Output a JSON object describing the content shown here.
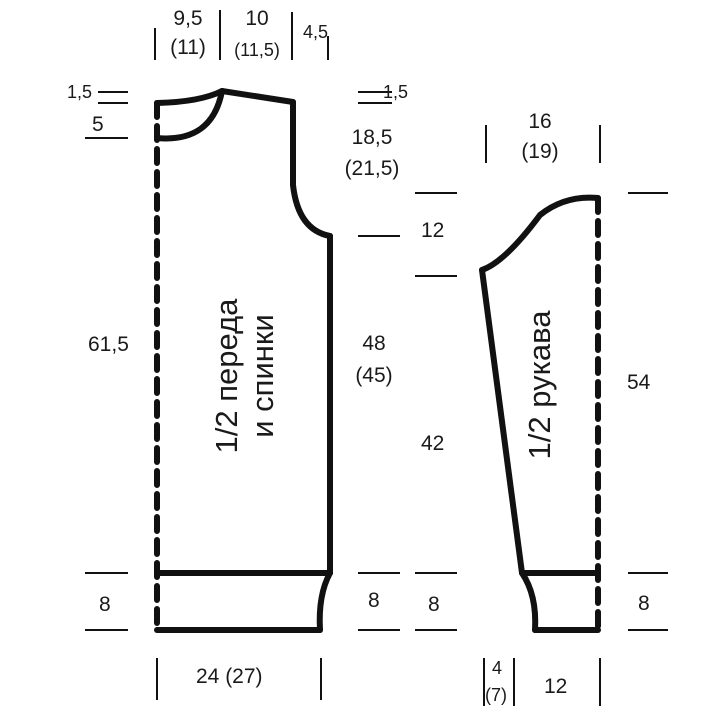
{
  "body_piece": {
    "label_line1": "1/2 переда",
    "label_line2": "и спинки",
    "dims": {
      "shoulder_left": "9,5",
      "shoulder_left_alt": "(11)",
      "neck": "10",
      "neck_alt": "(11,5)",
      "shoulder_right": "4,5",
      "neck_drop_front": "1,5",
      "neck_drop_back": "5",
      "shoulder_drop": "1,5",
      "armhole": "18,5",
      "armhole_alt": "(21,5)",
      "total_length": "61,5",
      "side_length": "48",
      "side_length_alt": "(45)",
      "rib_left": "8",
      "rib_right": "8",
      "width": "24 (27)"
    }
  },
  "sleeve_piece": {
    "label": "1/2 рукава",
    "dims": {
      "cap_width": "16",
      "cap_width_alt": "(19)",
      "cap_height": "12",
      "length": "42",
      "total_length": "54",
      "rib_left": "8",
      "rib_right": "8",
      "cuff_taper": "4",
      "cuff_taper_alt": "(7)",
      "cuff_width": "12"
    }
  }
}
